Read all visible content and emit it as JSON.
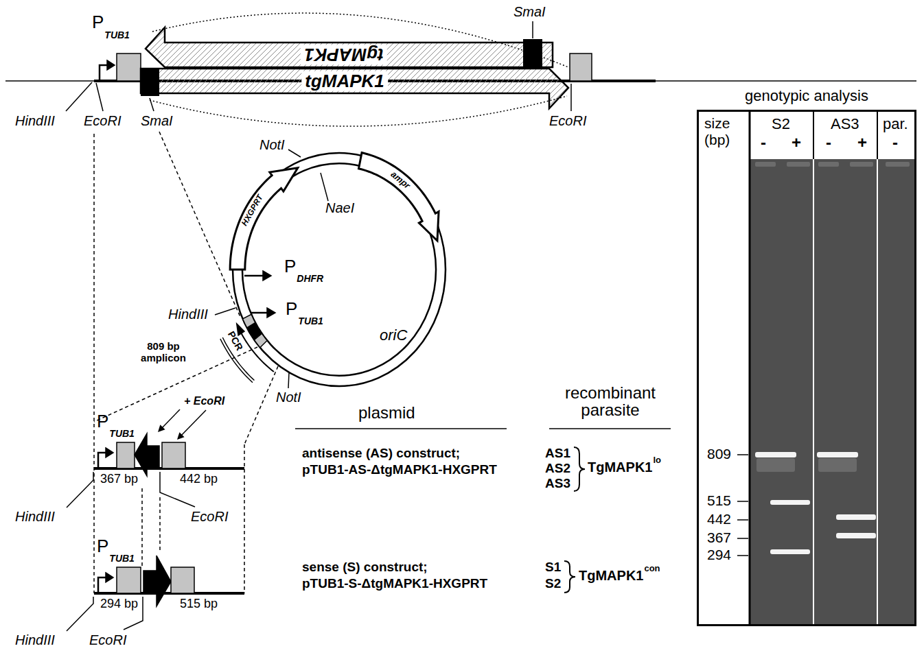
{
  "diagram": {
    "nodes": [
      {
        "text": [
          "tgMAPK1"
        ]
      },
      {
        "text": [
          "tgMAPK1"
        ]
      },
      {
        "text": [
          "genotypic analysis"
        ]
      }
    ],
    "labels": [
      "P",
      "TUB1",
      "SmaI",
      "HindIII",
      "EcoRI",
      "SmaI",
      "EcoRI",
      "NotI",
      "NaeI",
      "HXGPRT",
      "ampr",
      "P",
      "DHFR",
      "HindIII",
      "P",
      "TUB1",
      "oriC",
      "PCR",
      "809 bp amplicon",
      "+ EcoRI",
      "NotI",
      "P",
      "TUB1",
      "367 bp",
      "442 bp",
      "HindIII",
      "EcoRI",
      "P",
      "TUB1",
      "294 bp",
      "515 bp",
      "HindIII",
      "EcoRI",
      "plasmid",
      "recombinant parasite",
      "antisense (AS) construct;",
      "pTUB1-AS-ΔtgMAPK1-HXGPRT",
      "AS1",
      "AS2",
      "AS3",
      "TgMAPK1",
      "lo",
      "sense (S) construct;",
      "pTUB1-S-ΔtgMAPK1-HXGPRT",
      "S1",
      "S2",
      "TgMAPK1",
      "con",
      "size (bp)",
      "S2",
      "AS3",
      "par.",
      "-",
      "+",
      "-",
      "+",
      "-",
      "809",
      "515",
      "442",
      "367",
      "294"
    ]
  }
}
